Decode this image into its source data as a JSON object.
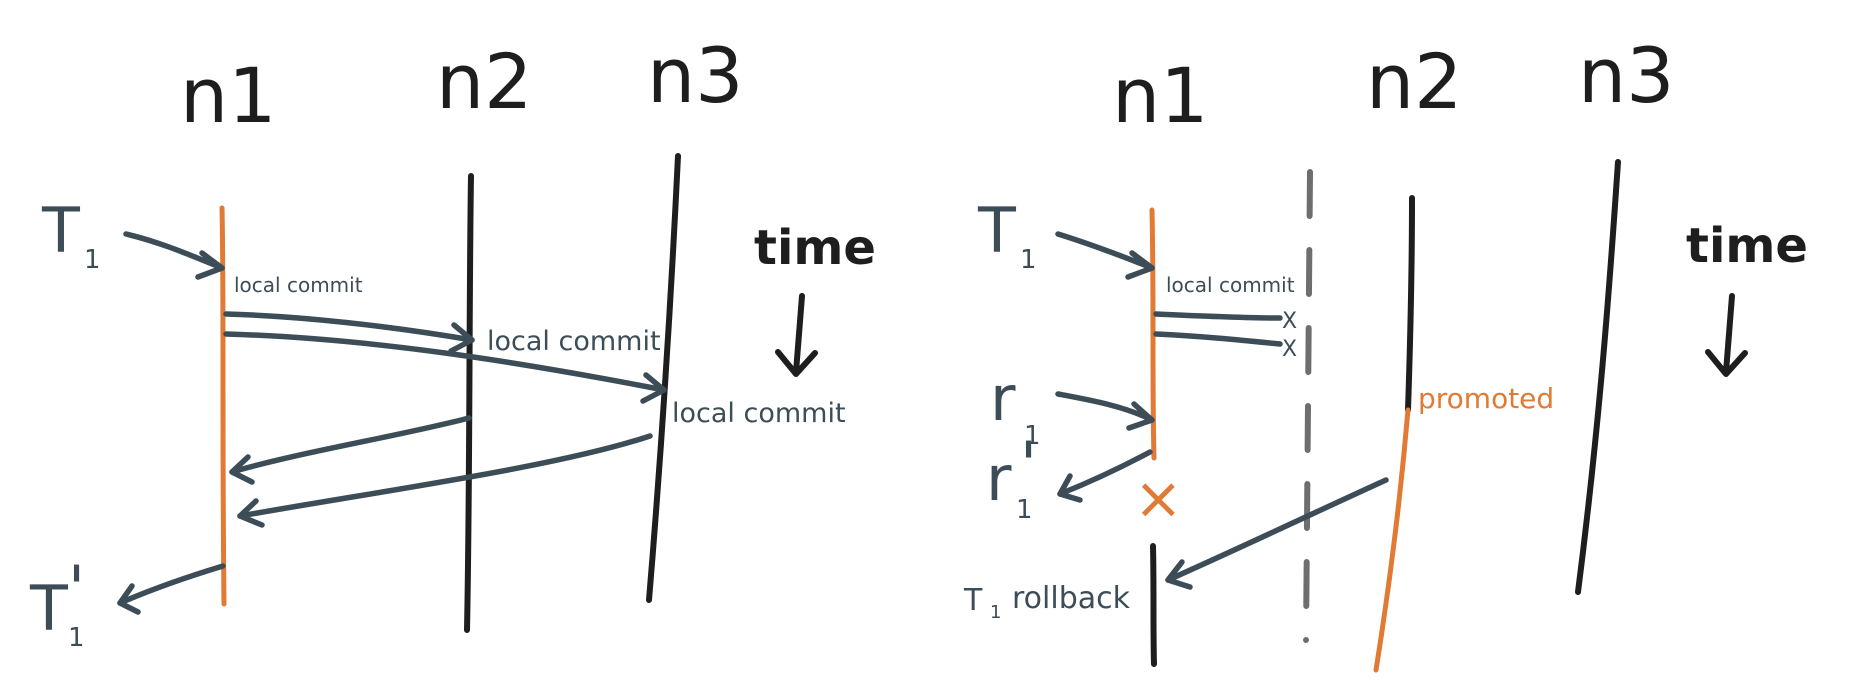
{
  "colors": {
    "ink": "#1e1e1e",
    "arrow": "#3d4d58",
    "leader": "#e07a35",
    "partition": "#6e6e6e"
  },
  "left_diagram": {
    "nodes": [
      "n1",
      "n2",
      "n3"
    ],
    "time_label": "time",
    "transaction": "T",
    "transaction_sub": "1",
    "transaction_reply_prime": "'",
    "n1_note": "local commit",
    "n2_note": "local commit",
    "n3_note": "local commit"
  },
  "right_diagram": {
    "nodes": [
      "n1",
      "n2",
      "n3"
    ],
    "time_label": "time",
    "transaction": "T",
    "transaction_sub": "1",
    "read": "r",
    "read_sub": "1",
    "read_reply_prime": "'",
    "n1_note": "local commit",
    "failed_marks": [
      "X",
      "X"
    ],
    "promoted_label": "promoted",
    "crash_mark": "×",
    "rollback_label": "rollback"
  }
}
